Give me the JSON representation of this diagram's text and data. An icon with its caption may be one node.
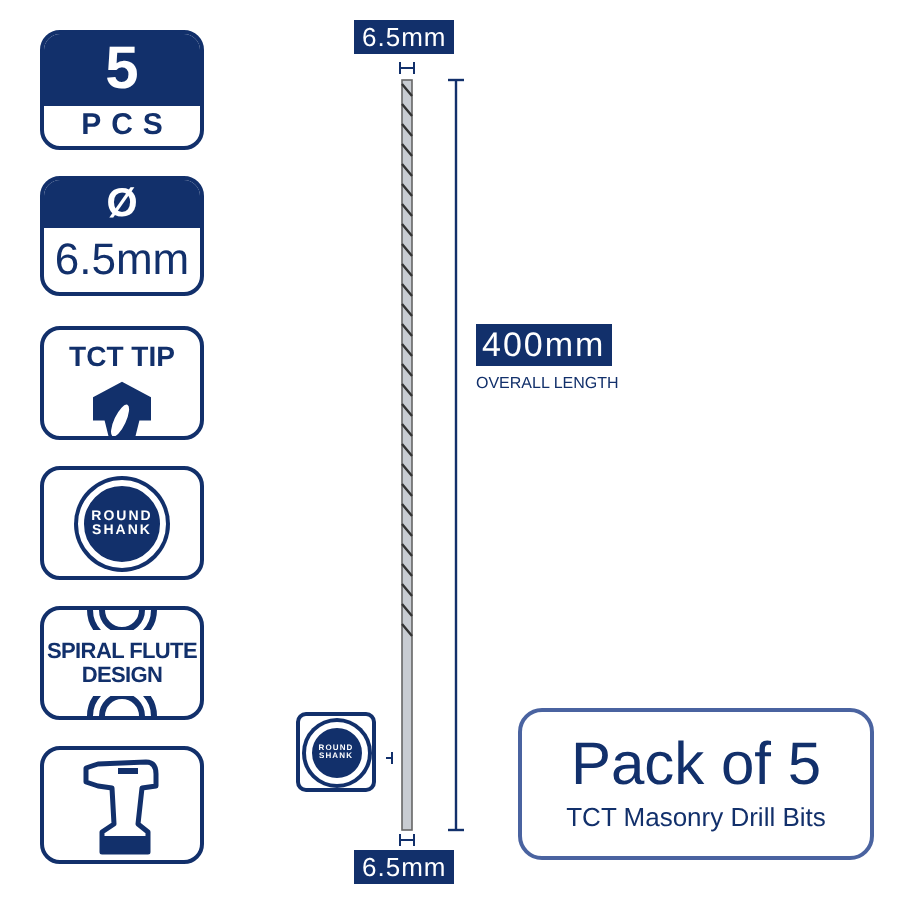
{
  "diagram": {
    "nodes": [
      {
        "text": [
          "5",
          "PCS"
        ]
      },
      {
        "text": [
          "Ø",
          "6.5mm"
        ]
      },
      {
        "text": [
          "TCT TIP"
        ]
      },
      {
        "text": [
          "ROUND",
          "SHANK"
        ]
      },
      {
        "text": [
          "SPIRAL FLUTE DESIGN"
        ]
      },
      {
        "text": [],
        "shape": "picture"
      },
      {
        "text": [
          "ROUND",
          "SHANK"
        ]
      },
      {
        "text": [
          "Pack of 5",
          "TCT Masonry Drill Bits"
        ]
      }
    ],
    "labels": [
      "6.5mm",
      "400mm",
      "OVERALL LENGTH",
      "6.5mm"
    ]
  }
}
